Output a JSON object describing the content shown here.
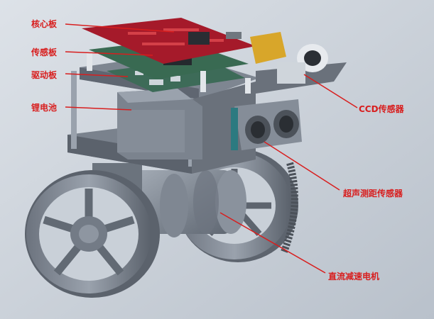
{
  "labels": {
    "core_board": "核心板",
    "sensor_board": "传感板",
    "driver_board": "驱动板",
    "battery": "锂电池",
    "ccd_sensor": "CCD传感器",
    "ultrasonic_sensor": "超声测距传感器",
    "dc_motor": "直流减速电机"
  },
  "colors": {
    "background": "#c9d0d8",
    "label": "#d81e1e",
    "metal": "#7c8591",
    "pcb_red": "#b0182a",
    "pcb_green": "#3b6f55",
    "ccd_yellow": "#d8a62a"
  }
}
